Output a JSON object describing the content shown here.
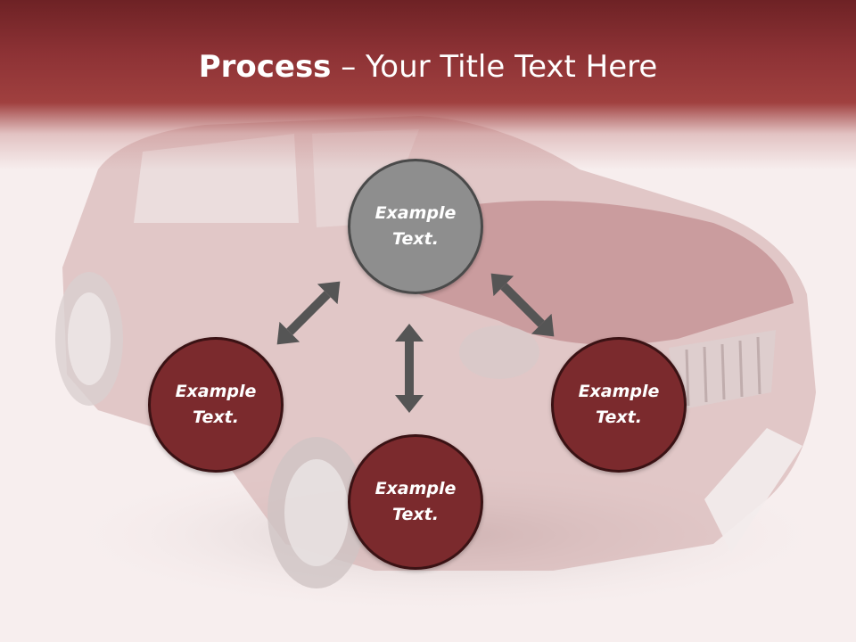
{
  "title": {
    "bold": "Process",
    "rest": " – Your Title Text Here"
  },
  "nodes": {
    "top": "Example\nText.",
    "left": "Example\nText.",
    "right": "Example\nText.",
    "bottom": "Example\nText."
  },
  "colors": {
    "header": "#8d3235",
    "node_fill": "#7b2a2d",
    "center_fill": "#8e8e8e",
    "arrow": "#555555"
  }
}
